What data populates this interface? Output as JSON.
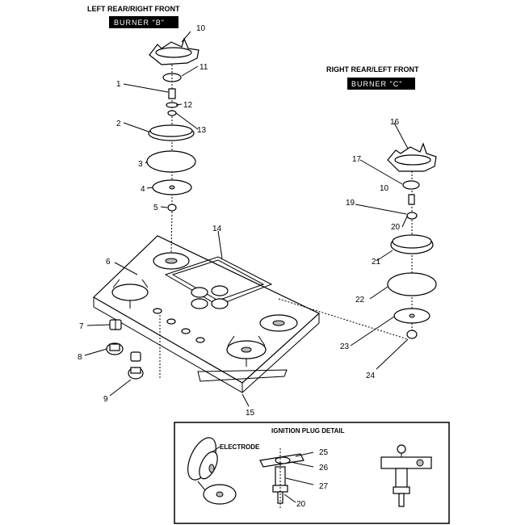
{
  "headers": {
    "left_position": "LEFT REAR/RIGHT FRONT",
    "left_burner": "BURNER \"B\"",
    "right_position": "RIGHT REAR/LEFT FRONT",
    "right_burner": "BURNER \"C\""
  },
  "detail": {
    "title": "IGNITION PLUG DETAIL",
    "electrode": "ELECTRODE"
  },
  "callouts": {
    "p1": "1",
    "p2": "2",
    "p3": "3",
    "p4": "4",
    "p5": "5",
    "p6": "6",
    "p7": "7",
    "p8": "8",
    "p9": "9",
    "p10a": "10",
    "p10b": "10",
    "p11": "11",
    "p12": "12",
    "p13": "13",
    "p14": "14",
    "p15": "15",
    "p16": "16",
    "p17": "17",
    "p19": "19",
    "p20a": "20",
    "p20b": "20",
    "p21": "21",
    "p22": "22",
    "p23": "23",
    "p24": "24",
    "p25": "25",
    "p26": "26",
    "p27": "27"
  }
}
